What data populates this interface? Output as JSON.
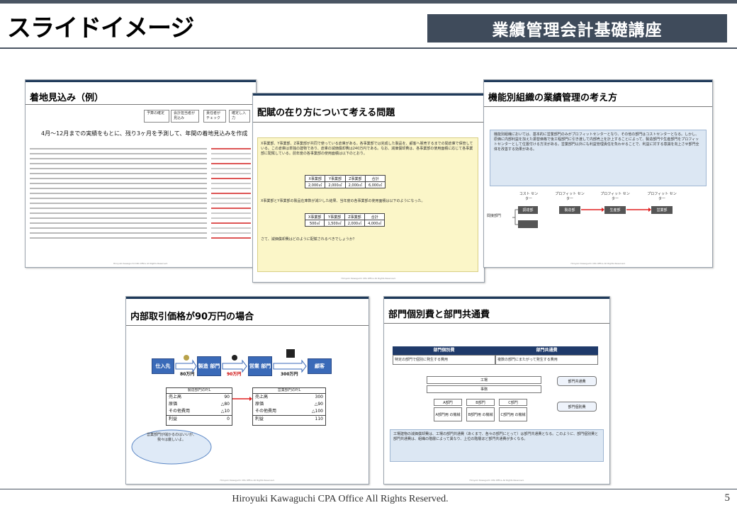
{
  "header": {
    "title": "スライドイメージ",
    "course": "業績管理会計基礎講座"
  },
  "slides": {
    "s1": {
      "title": "着地見込み（例）",
      "steps": [
        "予算の確定",
        "会計担当者が見込み",
        "責任者がチェック",
        "確定し入力"
      ],
      "lead": "4月〜12月までの実績をもとに、残り3ヶ月を予測して、年間の着地見込みを作成"
    },
    "s2": {
      "title": "配賦の在り方について考える問題",
      "p1": "X事業部、Y事業部、Z事業部が共同で使っている倉庫がある。各事業部では完成した製品を、顧客へ販売するまでの間倉庫で保管している。この倉庫は単独の建物であり、倉庫の減価償却費は240万円である。なお、減価償却費は、各事業部の使用面積に応じて各事業部に配賦している。前年度の各事業部の使用面積は以下のとおり。",
      "t1_head": [
        "X事業部",
        "Y事業部",
        "Z事業部",
        "合計"
      ],
      "t1_row": [
        "2,000㎡",
        "2,000㎡",
        "2,000㎡",
        "6,000㎡"
      ],
      "p2": "X事業部とY事業部の製品在庫数が減少した結果、当年度の各事業部の使用面積は以下のようになった。",
      "t2_head": [
        "X事業部",
        "Y事業部",
        "Z事業部",
        "合計"
      ],
      "t2_row": [
        "500㎡",
        "1,500㎡",
        "2,000㎡",
        "4,000㎡"
      ],
      "question": "さて、減価償却費はどのように配賦されるべきでしょうか？"
    },
    "s3": {
      "title": "機能別組織の業績管理の考え方",
      "body": "機能別組織においては、基本的に営業部門のみがプロフィットセンターとなり、その他の部門はコストセンターとなる。しかし、原価に内部利益を加えた振替価格で後工程部門に引き渡して内部売上を計上することによって、製造部門や生産部門をプロフィットセンターとして位置付ける方法がある。営業部門以外にも利益管理責任を負わせることで、利益に対する意識を向上させ部門全体を改善する効果がある。",
      "labels": [
        "コスト センター",
        "プロフィット センター",
        "プロフィット センター",
        "プロフィット センター"
      ],
      "boxes": [
        "調達部",
        "製造部",
        "生産部",
        "営業部"
      ],
      "left": "間接部門"
    },
    "s4": {
      "title": "内部取引価格が90万円の場合",
      "nodes": [
        "仕入先",
        "製造 部門",
        "営業 部門",
        "顧客"
      ],
      "prices": [
        "80万円",
        "90万円",
        "300万円"
      ],
      "pl1_title": "製造部門のP/L",
      "pl1": [
        [
          "売上高",
          "90"
        ],
        [
          "原価",
          "△80"
        ],
        [
          "その他費用",
          "△10"
        ],
        [
          "利益",
          "0"
        ]
      ],
      "pl2_title": "営業部門のP/L",
      "pl2": [
        [
          "売上高",
          "300"
        ],
        [
          "原価",
          "△90"
        ],
        [
          "その他費用",
          "△100"
        ],
        [
          "利益",
          "110"
        ]
      ],
      "cloud": "営業部門が儲かるのはいいが、我々は厳しいよ。"
    },
    "s5": {
      "title": "部門個別費と部門共通費",
      "head": [
        "部門個別費",
        "部門共通費"
      ],
      "row": [
        "特定の部門で個別に発生する費用",
        "複数の部門にまたがって発生する費用"
      ],
      "factory": "工場",
      "office": "事務",
      "depts": [
        "A部門",
        "B部門",
        "C部門"
      ],
      "mach": [
        "A部門用 の機械",
        "B部門用 の機械",
        "C部門用 の機械"
      ],
      "callout1": "部門共通費",
      "callout2": "部門個別費",
      "note": "工場建物の減価償却費は、工場の部門共通費（あくまで、各々の部門にとって）は部門共通費となる。このように、部門個別費と部門共通費は、組織の階層によって異なり、上位の階層ほど部門共通費が多くなる。"
    }
  },
  "footer": {
    "copyright": "Hiroyuki Kawaguchi CPA Office All Rights Reserved.",
    "page": "5"
  }
}
